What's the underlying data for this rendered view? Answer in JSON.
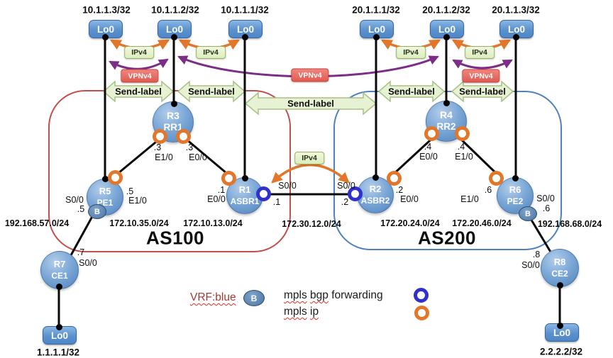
{
  "top_loopbacks": [
    {
      "box": "Lo0",
      "ip": "10.1.1.3/32"
    },
    {
      "box": "Lo0",
      "ip": "10.1.1.2/32"
    },
    {
      "box": "Lo0",
      "ip": "10.1.1.1/32"
    },
    {
      "box": "Lo0",
      "ip": "20.1.1.1/32"
    },
    {
      "box": "Lo0",
      "ip": "20.1.1.2/32"
    },
    {
      "box": "Lo0",
      "ip": "20.1.1.3/32"
    }
  ],
  "bottom_loopbacks": [
    {
      "box": "Lo0",
      "ip": "1.1.1.1/32"
    },
    {
      "box": "Lo0",
      "ip": "2.2.2.2/32"
    }
  ],
  "nodes": {
    "r3": {
      "name": "R3",
      "role": "RR1"
    },
    "r4": {
      "name": "R4",
      "role": "RR2"
    },
    "r5": {
      "name": "R5",
      "role": "PE1"
    },
    "r1": {
      "name": "R1",
      "role": "ASBR1"
    },
    "r2": {
      "name": "R2",
      "role": "ASBR2"
    },
    "r6": {
      "name": "R6",
      "role": "PE2"
    },
    "r7": {
      "name": "R7",
      "role": "CE1"
    },
    "r8": {
      "name": "R8",
      "role": "CE2"
    }
  },
  "interfaces": {
    "r3_left": {
      "addr": ".3",
      "name": "E1/0"
    },
    "r3_right": {
      "addr": ".3",
      "name": "E0/0"
    },
    "r4_left": {
      "addr": ".4",
      "name": "E0/0"
    },
    "r4_right": {
      "addr": ".4",
      "name": "E1/0"
    },
    "r5_left": {
      "name": "S0/0",
      "addr": ".5"
    },
    "r5_right": {
      "addr": ".5",
      "name": "E1/0"
    },
    "r1_left": {
      "addr": ".1",
      "name": "E0/0"
    },
    "r1_right": {
      "name": "S0/0",
      "addr": ".1"
    },
    "r2_left": {
      "name": "S0/0",
      "addr": ".2"
    },
    "r2_right": {
      "addr": ".2",
      "name": "E0/0"
    },
    "r6_left": {
      "addr": ".6",
      "name": "E1/0"
    },
    "r6_right": {
      "name": "S0/0",
      "addr": ".6"
    },
    "r7": {
      "addr": ".7",
      "name": "S0/0"
    },
    "r8": {
      "addr": ".8",
      "name": "S0/0"
    }
  },
  "networks": {
    "pe1_ce1": "192.168.57.0/24",
    "rr1_pe1": "172.10.35.0/24",
    "rr1_asbr1": "172.10.13.0/24",
    "asbr1_asbr2": "172.30.12.0/24",
    "rr2_asbr2": "172.20.24.0/24",
    "rr2_pe2": "172.20.46.0/24",
    "pe2_ce2": "192.168.68.0/24"
  },
  "as_labels": {
    "left": "AS100",
    "right": "AS200"
  },
  "badges": {
    "ipv4": "IPv4",
    "vpnv4": "VPNv4",
    "send_label": "Send-label",
    "vrf": "B"
  },
  "legend": {
    "vrf_label": "VRF:blue",
    "vrf_badge": "B",
    "mpls_bgp_w1": "mpls",
    "mpls_bgp_w2": "bgp",
    "mpls_bgp_w3": "forwarding",
    "mpls_ip_w1": "mpls",
    "mpls_ip_w2": "ip"
  },
  "colors": {
    "orange_arrow": "#e2762a",
    "purple_arrow": "#7b2d87",
    "ipv4_badge_fill": "#e9f2cf",
    "vpnv4_badge_fill": "#e0605a",
    "send_label_fill": "#e7f1d3",
    "as100_border": "#c0504d",
    "as200_border": "#4f81bd",
    "node_fill": "#4f81bd",
    "mpls_bgp_ring": "#3030cc",
    "mpls_ip_ring": "#e2762a"
  }
}
